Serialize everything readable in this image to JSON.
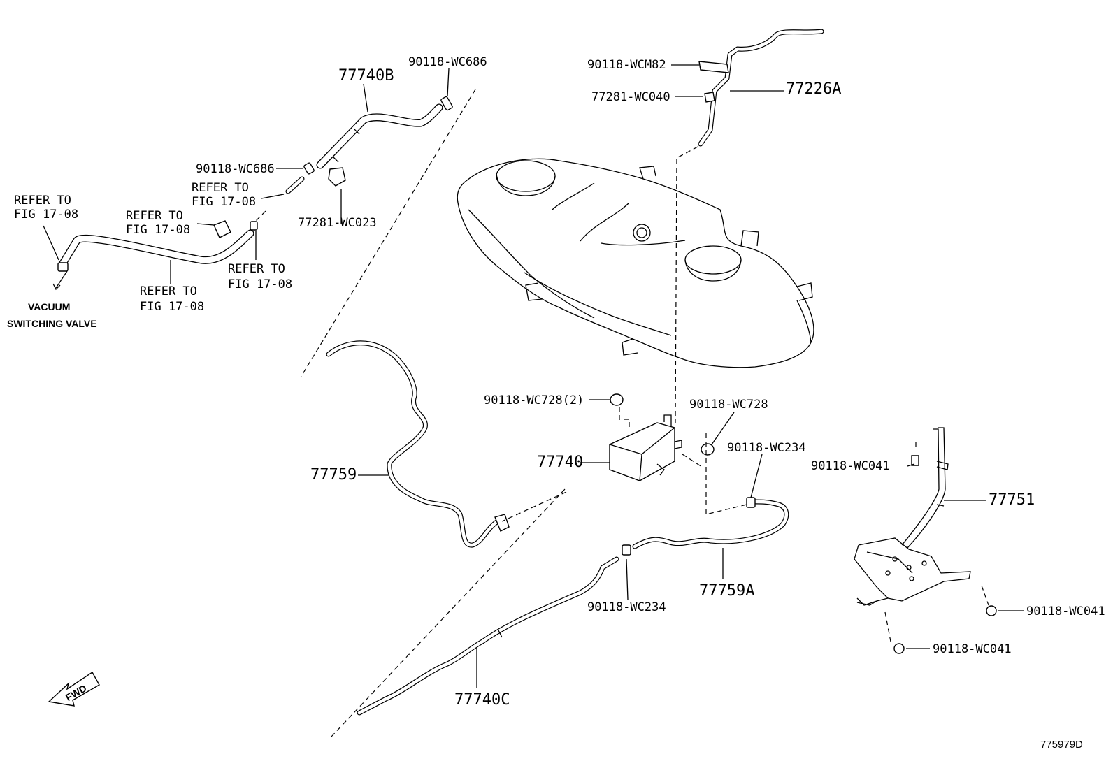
{
  "labels": {
    "l_77740B": "77740B",
    "l_wc686_top": "90118-WC686",
    "l_wc686_mid": "90118-WC686",
    "l_refer_a1": "REFER TO",
    "l_refer_a2": "FIG 17-08",
    "l_refer_b1": "REFER TO",
    "l_refer_b2": "FIG 17-08",
    "l_refer_c1": "REFER TO",
    "l_refer_c2": "FIG 17-08",
    "l_refer_d1": "REFER TO",
    "l_refer_d2": "FIG 17-08",
    "l_refer_e1": "REFER TO",
    "l_refer_e2": "FIG 17-08",
    "l_wc023": "77281-WC023",
    "l_vacuum1": "VACUUM",
    "l_vacuum2": "SWITCHING VALVE",
    "l_wcm82": "90118-WCM82",
    "l_wc040": "77281-WC040",
    "l_77226A": "77226A",
    "l_wc728_2": "90118-WC728(2)",
    "l_wc728": "90118-WC728",
    "l_wc234_a": "90118-WC234",
    "l_77740": "77740",
    "l_77759": "77759",
    "l_wc041_a": "90118-WC041",
    "l_77751": "77751",
    "l_77759A": "77759A",
    "l_wc234_b": "90118-WC234",
    "l_wc041_b": "90118-WC041",
    "l_wc041_c": "90118-WC041",
    "l_77740C": "77740C",
    "l_fwd": "FWD",
    "l_figno": "775979D"
  }
}
